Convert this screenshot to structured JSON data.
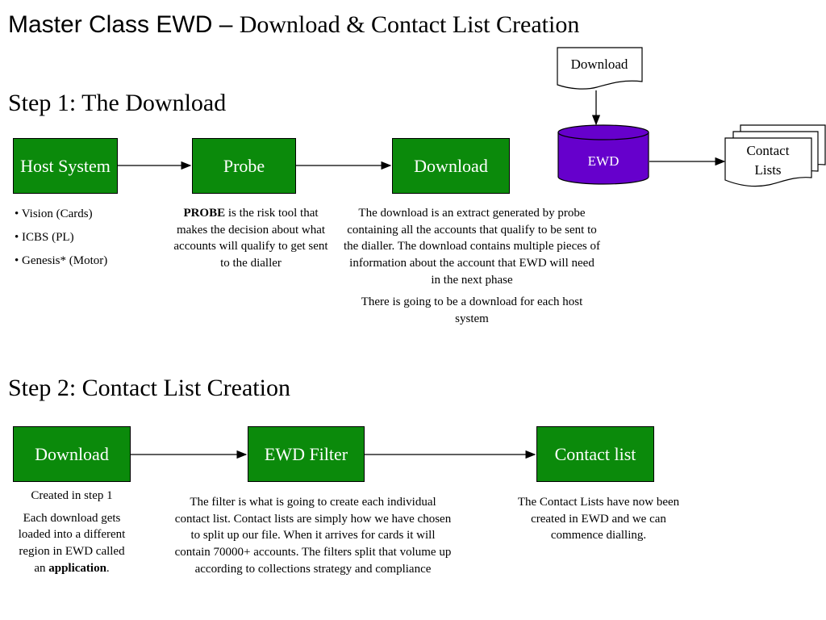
{
  "title": {
    "sans": "Master Class EWD – ",
    "serif": "Download & Contact List Creation"
  },
  "step1": {
    "heading": "Step 1: The Download",
    "boxes": {
      "host": "Host System",
      "probe": "Probe",
      "download": "Download"
    },
    "host_list": [
      "• Vision (Cards)",
      "• ICBS (PL)",
      "• Genesis* (Motor)"
    ],
    "probe_desc": {
      "bold": "PROBE",
      "rest": " is the risk tool that makes the decision about what accounts will qualify to get sent to the dialler"
    },
    "download_desc": [
      "The download is an extract generated by probe containing all the accounts that qualify to be sent to the dialler. The download contains multiple pieces of information about the account that EWD will need in the next phase",
      "There is going to be a download for each host system"
    ]
  },
  "flow": {
    "doc": "Download",
    "db": "EWD",
    "contact_line1": "Contact",
    "contact_line2": "Lists"
  },
  "step2": {
    "heading": "Step 2: Contact List Creation",
    "boxes": {
      "download": "Download",
      "filter": "EWD Filter",
      "contact": "Contact list"
    },
    "download_desc": {
      "p1": "Created in step 1",
      "p2": "Each download gets loaded into a different region in EWD called an ",
      "bold": "application",
      "tail": "."
    },
    "filter_desc": "The filter is what is going to create each individual contact list. Contact lists are simply how we have chosen to split up our file. When it arrives for cards it will contain 70000+ accounts. The filters split that volume up according to collections strategy and compliance",
    "contact_desc": "The Contact Lists have now been created in EWD and we can commence dialling."
  },
  "colors": {
    "box_green": "#0b8a0b",
    "db_purple": "#6600cc"
  }
}
